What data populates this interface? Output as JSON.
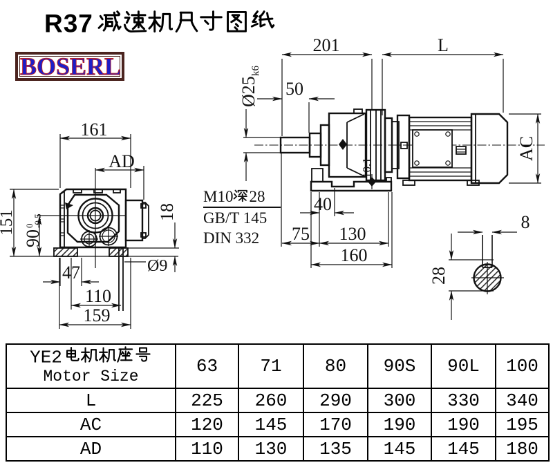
{
  "title": {
    "model": "R37",
    "text": "减速机尺寸图纸"
  },
  "logo": {
    "text": "BOSERL"
  },
  "front_view": {
    "dims": {
      "top_width": "161",
      "flange_dist": "AD",
      "height": "151",
      "axis_height": "90",
      "axis_tol_upper": "0",
      "axis_tol_lower": "-0.5",
      "pad_height": "18",
      "edge_to_hole": "47",
      "hole_span": "110",
      "base_width": "159",
      "foot_hole_dia": "Ø9"
    }
  },
  "side_view": {
    "dims": {
      "housing_length": "201",
      "motor_length": "L",
      "shaft_length": "50",
      "shaft_dia": "Ø25",
      "shaft_fit": "k6",
      "motor_dia": "AC",
      "key_note": "10.1",
      "hole_offset": "40",
      "shaft_to_foot": "75",
      "foot_hole_span": "130",
      "foot_length": "160"
    },
    "notes": [
      "M10深28",
      "GB/T 145",
      "DIN 332"
    ]
  },
  "shaft_section": {
    "key_width": "8",
    "key_to_bottom": "28"
  },
  "table": {
    "header_model": "YE2电机机座号",
    "header_model_en": "Motor Size",
    "columns": [
      "63",
      "71",
      "80",
      "90S",
      "90L",
      "100"
    ],
    "rows": [
      {
        "label": "L",
        "values": [
          "225",
          "260",
          "290",
          "300",
          "330",
          "340"
        ]
      },
      {
        "label": "AC",
        "values": [
          "120",
          "145",
          "170",
          "190",
          "190",
          "195"
        ]
      },
      {
        "label": "AD",
        "values": [
          "110",
          "130",
          "135",
          "145",
          "145",
          "180"
        ]
      }
    ]
  }
}
